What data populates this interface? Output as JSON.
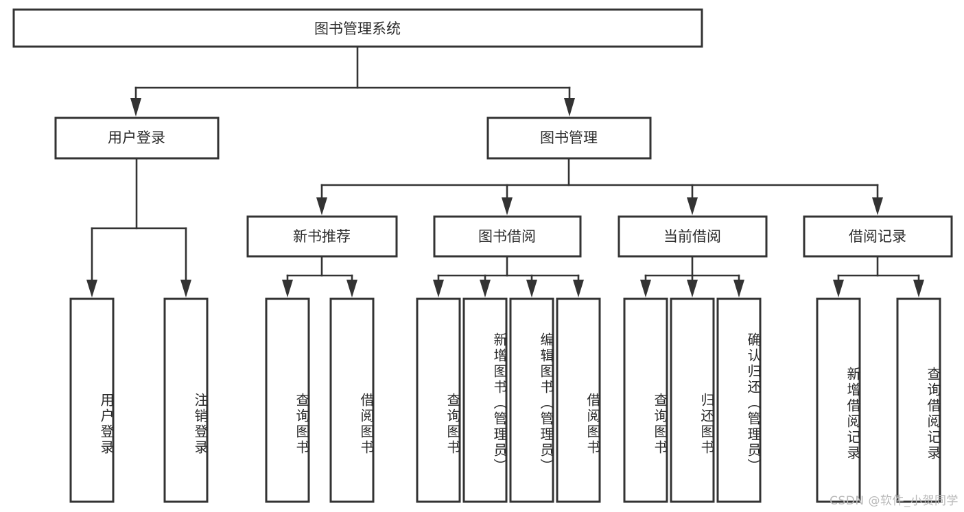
{
  "diagram": {
    "title": "图书管理系统",
    "watermark": "CSDN @软件_小贺同学",
    "colors": {
      "stroke": "#333333",
      "fill": "#ffffff",
      "text": "#2b2b2b",
      "watermark": "#b9b9b9",
      "background": "#ffffff"
    },
    "root": {
      "label": "图书管理系统"
    },
    "level2": [
      {
        "label": "用户登录"
      },
      {
        "label": "图书管理"
      }
    ],
    "level3": [
      {
        "label": "新书推荐"
      },
      {
        "label": "图书借阅"
      },
      {
        "label": "当前借阅"
      },
      {
        "label": "借阅记录"
      }
    ],
    "leaves": {
      "user_login": [
        {
          "label": "用户登录"
        },
        {
          "label": "注销登录"
        }
      ],
      "new_book_recommend": [
        {
          "label": "查询图书"
        },
        {
          "label": "借阅图书"
        }
      ],
      "book_borrow": [
        {
          "label": "查询图书"
        },
        {
          "label": "新增图书（管理员）"
        },
        {
          "label": "编辑图书（管理员）"
        },
        {
          "label": "借阅图书"
        }
      ],
      "current_borrow": [
        {
          "label": "查询图书"
        },
        {
          "label": "归还图书"
        },
        {
          "label": "确认归还（管理员）"
        }
      ],
      "borrow_record": [
        {
          "label": "新增借阅记录"
        },
        {
          "label": "查询借阅记录"
        }
      ]
    }
  },
  "chart_data": {
    "type": "table",
    "title": "图书管理系统 功能结构图",
    "nodes": [
      {
        "id": "root",
        "label": "图书管理系统",
        "level": 0,
        "parent": null
      },
      {
        "id": "l2-0",
        "label": "用户登录",
        "level": 1,
        "parent": "root"
      },
      {
        "id": "l2-1",
        "label": "图书管理",
        "level": 1,
        "parent": "root"
      },
      {
        "id": "l3-0",
        "label": "新书推荐",
        "level": 2,
        "parent": "l2-1"
      },
      {
        "id": "l3-1",
        "label": "图书借阅",
        "level": 2,
        "parent": "l2-1"
      },
      {
        "id": "l3-2",
        "label": "当前借阅",
        "level": 2,
        "parent": "l2-1"
      },
      {
        "id": "l3-3",
        "label": "借阅记录",
        "level": 2,
        "parent": "l2-1"
      },
      {
        "id": "leaf-0",
        "label": "用户登录",
        "level": 2,
        "parent": "l2-0"
      },
      {
        "id": "leaf-1",
        "label": "注销登录",
        "level": 2,
        "parent": "l2-0"
      },
      {
        "id": "leaf-2",
        "label": "查询图书",
        "level": 3,
        "parent": "l3-0"
      },
      {
        "id": "leaf-3",
        "label": "借阅图书",
        "level": 3,
        "parent": "l3-0"
      },
      {
        "id": "leaf-4",
        "label": "查询图书",
        "level": 3,
        "parent": "l3-1"
      },
      {
        "id": "leaf-5",
        "label": "新增图书（管理员）",
        "level": 3,
        "parent": "l3-1"
      },
      {
        "id": "leaf-6",
        "label": "编辑图书（管理员）",
        "level": 3,
        "parent": "l3-1"
      },
      {
        "id": "leaf-7",
        "label": "借阅图书",
        "level": 3,
        "parent": "l3-1"
      },
      {
        "id": "leaf-8",
        "label": "查询图书",
        "level": 3,
        "parent": "l3-2"
      },
      {
        "id": "leaf-9",
        "label": "归还图书",
        "level": 3,
        "parent": "l3-2"
      },
      {
        "id": "leaf-10",
        "label": "确认归还（管理员）",
        "level": 3,
        "parent": "l3-2"
      },
      {
        "id": "leaf-11",
        "label": "新增借阅记录",
        "level": 3,
        "parent": "l3-3"
      },
      {
        "id": "leaf-12",
        "label": "查询借阅记录",
        "level": 3,
        "parent": "l3-3"
      }
    ]
  }
}
